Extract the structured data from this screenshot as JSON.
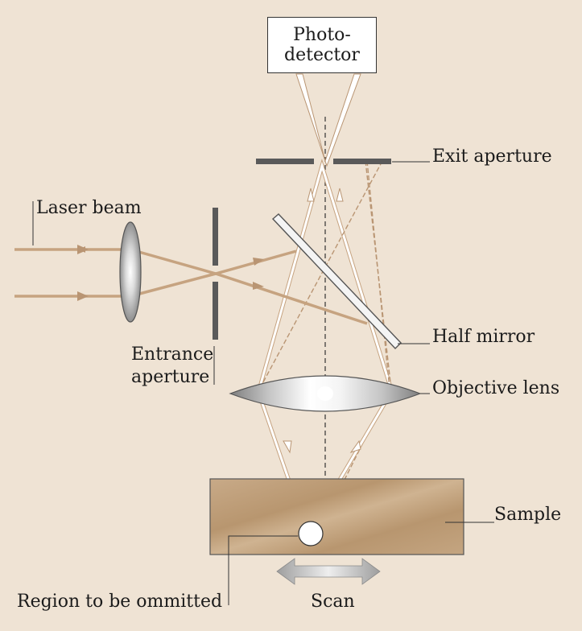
{
  "labels": {
    "photodetector_line1": "Photo-",
    "photodetector_line2": "detector",
    "exit_aperture": "Exit aperture",
    "laser_beam": "Laser beam",
    "half_mirror": "Half mirror",
    "entrance_aperture_line1": "Entrance",
    "entrance_aperture_line2": "aperture",
    "objective_lens": "Objective lens",
    "sample": "Sample",
    "region_omitted": "Region to be ommitted",
    "scan": "Scan"
  },
  "colors": {
    "background": "#efe3d4",
    "beam": "#c6a380",
    "aperture": "#5a5a5a",
    "sample": "#bf9f7c",
    "scan_arrow": "#a9a9a9"
  }
}
